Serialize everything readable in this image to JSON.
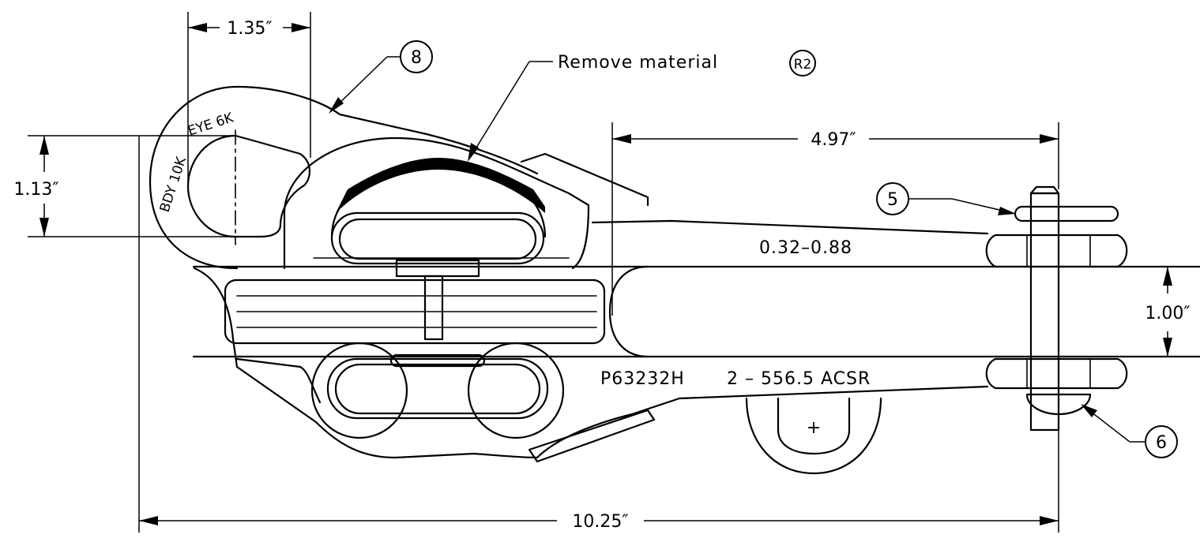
{
  "dimensions": {
    "d_1_35": "1.35″",
    "d_1_13": "1.13″",
    "d_4_97": "4.97″",
    "d_1_00": "1.00″",
    "d_10_25": "10.25″"
  },
  "labels": {
    "remove_material": "Remove material",
    "revision": "R2",
    "range": "0.32–0.88",
    "part_number": "P63232H",
    "conductor": "2  –  556.5 ACSR",
    "body_rating": "BDY 10K",
    "eye_rating": "EYE 6K",
    "plus_mark": "+"
  },
  "balloons": {
    "item_8": "8",
    "item_5": "5",
    "item_6": "6"
  }
}
